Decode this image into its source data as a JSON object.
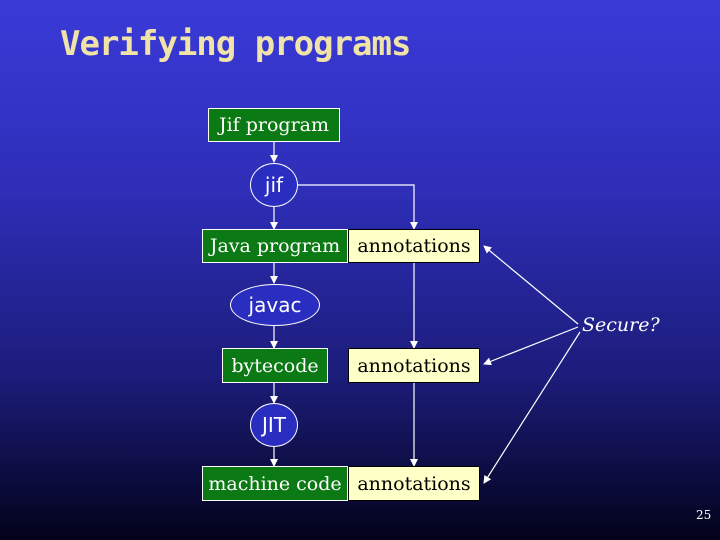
{
  "slide": {
    "title": "Verifying programs",
    "page_number": "25"
  },
  "diagram": {
    "nodes": {
      "jif_program": "Jif program",
      "jif": "jif",
      "java_program": "Java program",
      "annotations_1": "annotations",
      "javac": "javac",
      "bytecode": "bytecode",
      "annotations_2": "annotations",
      "jit": "JIT",
      "machine_code": "machine code",
      "annotations_3": "annotations"
    },
    "secure_label": "Secure?"
  },
  "colors": {
    "program_box": "#0c7a14",
    "annotation_box": "#ffffc8",
    "tool_ellipse": "#2a2ec0",
    "title": "#f0e3a8"
  }
}
